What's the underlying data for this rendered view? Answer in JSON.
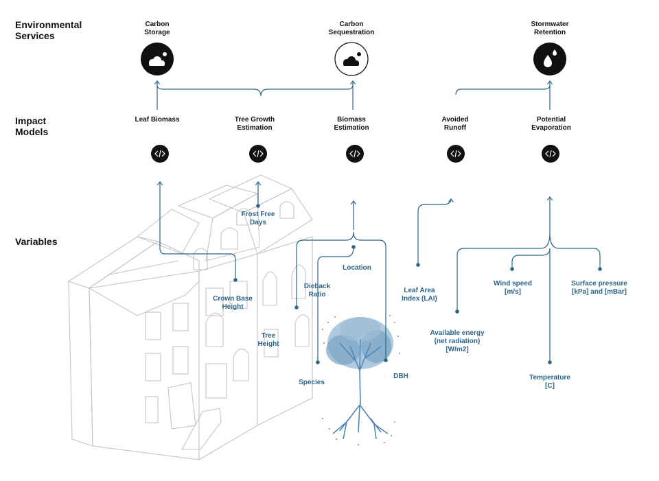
{
  "row_titles": {
    "environmental_services": "Environmental\nServices",
    "impact_models": "Impact\nModels",
    "variables": "Variables"
  },
  "services": {
    "carbon_storage": "Carbon\nStorage",
    "carbon_sequestration": "Carbon\nSequestration",
    "stormwater_retention": "Stormwater\nRetention"
  },
  "models": {
    "leaf_biomass": "Leaf Biomass",
    "tree_growth": "Tree Growth\nEstimation",
    "biomass_estimation": "Biomass\nEstimation",
    "avoided_runoff": "Avoided\nRunoff",
    "potential_evaporation": "Potential\nEvaporation"
  },
  "variables": {
    "frost_free_days": "Frost Free\nDays",
    "location": "Location",
    "dieback_ratio": "Dieback\nRatio",
    "crown_base_height": "Crown Base\nHeight",
    "tree_height": "Tree\nHeight",
    "species": "Species",
    "dbh": "DBH",
    "leaf_area_index": "Leaf Area\nIndex (LAI)",
    "available_energy": "Available energy\n(net radiation)\n[W/m2]",
    "wind_speed": "Wind speed\n[m/s]",
    "surface_pressure": "Surface pressure\n[kPa] and [mBar]",
    "temperature": "Temperature\n[C]"
  },
  "colors": {
    "line": "#2b6486",
    "label_text": "#2b6486",
    "heading_text": "#111111",
    "icon_fill": "#111111",
    "building_stroke": "#bfbfbf",
    "tree": "#6f9cc0"
  },
  "icons": {
    "carbon_storage": "cloud-icon",
    "carbon_sequestration": "cloud-icon",
    "stormwater_retention": "water-drop-icon",
    "model": "code-icon",
    "tree": "tree-illustration",
    "building": "building-illustration"
  }
}
